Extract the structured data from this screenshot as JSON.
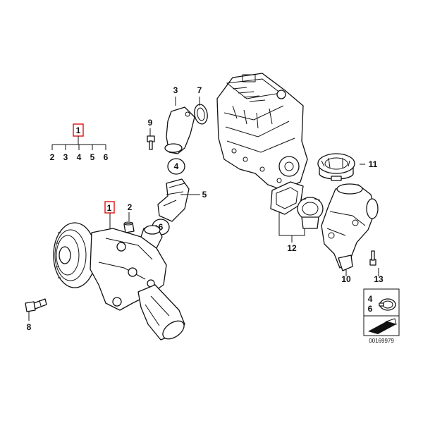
{
  "diagram": {
    "tree": {
      "root": "1",
      "children": [
        "2",
        "3",
        "4",
        "5",
        "6"
      ]
    },
    "callouts": {
      "c1": "1",
      "c2": "2",
      "c3": "3",
      "c4": "4",
      "c5": "5",
      "c6": "6",
      "c7": "7",
      "c8": "8",
      "c9": "9",
      "c10": "10",
      "c11": "11",
      "c12": "12",
      "c13": "13"
    },
    "legend": {
      "top": "4",
      "bottom": "6"
    },
    "reference_number": "00169979",
    "highlight_color": "#e01010"
  }
}
